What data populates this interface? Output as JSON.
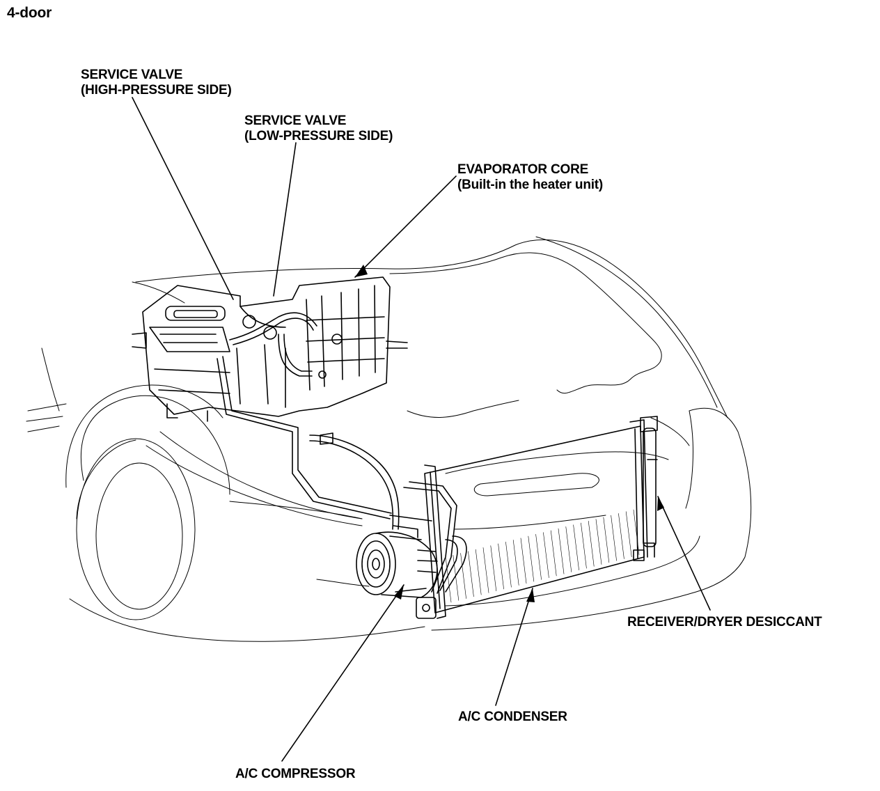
{
  "title": "4-door",
  "colors": {
    "ink": "#000000",
    "background": "#ffffff"
  },
  "labels": {
    "service_valve_high": {
      "line1": "SERVICE VALVE",
      "line2": "(HIGH-PRESSURE SIDE)"
    },
    "service_valve_low": {
      "line1": "SERVICE VALVE",
      "line2": "(LOW-PRESSURE SIDE)"
    },
    "evaporator": {
      "line1": "EVAPORATOR CORE",
      "line2": "(Built-in the heater unit)"
    },
    "receiver": {
      "line1": "RECEIVER/DRYER DESICCANT"
    },
    "condenser": {
      "line1": "A/C CONDENSER"
    },
    "compressor": {
      "line1": "A/C COMPRESSOR"
    }
  }
}
